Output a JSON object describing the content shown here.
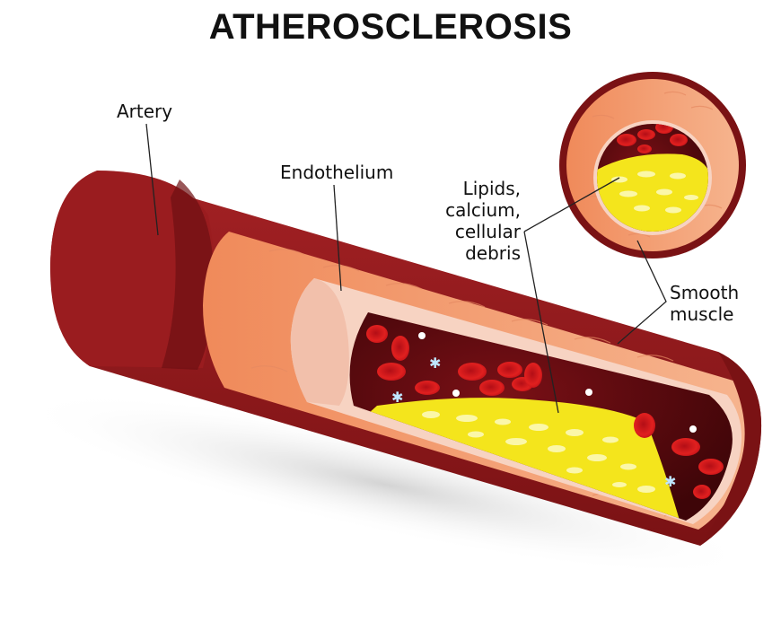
{
  "title": "ATHEROSCLEROSIS",
  "labels": {
    "artery": "Artery",
    "endothelium": "Endothelium",
    "lipids_line1": "Lipids,",
    "lipids_line2": "calcium,",
    "lipids_line3": "cellular",
    "lipids_line4": "debris",
    "smooth_line1": "Smooth",
    "smooth_line2": "muscle"
  },
  "colors": {
    "artery_outer": "#8b1a1a",
    "artery_dark": "#6e1012",
    "muscle": "#f0a27a",
    "endothelium": "#f7d3c2",
    "lumen": "#5a0a0e",
    "blood_cell": "#d7141c",
    "plaque": "#f4e51c",
    "plaque_highlight": "#fbf7a8"
  }
}
